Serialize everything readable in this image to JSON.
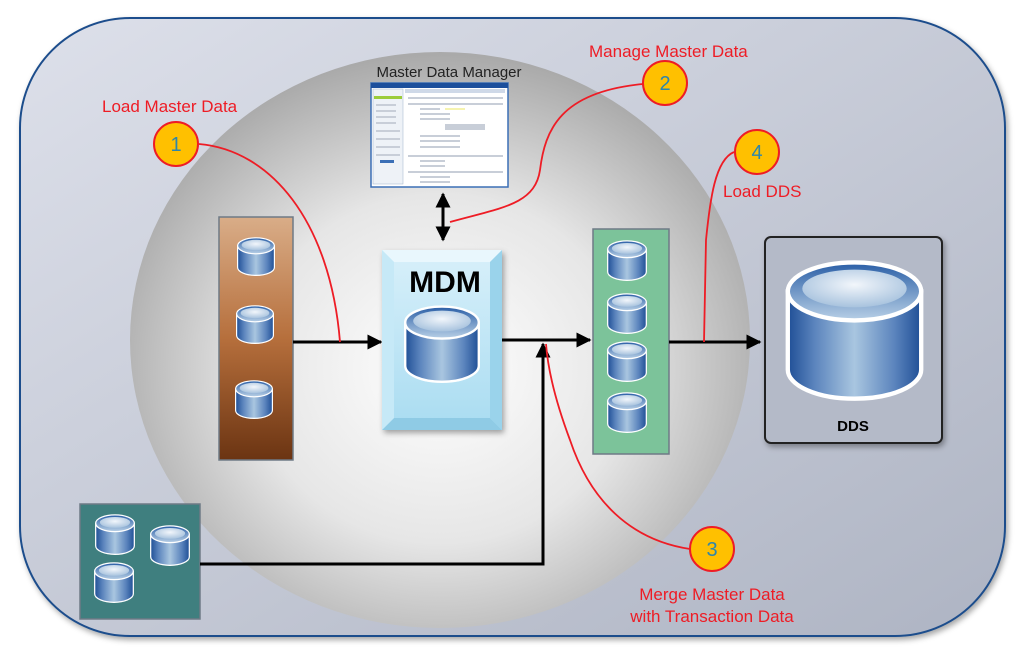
{
  "diagram": {
    "components": {
      "source_systems": {
        "label": "",
        "cylinder_count": 3,
        "color": "#a0522d"
      },
      "mdm": {
        "label": "MDM",
        "color": "#bfe6f5"
      },
      "master_data_manager": {
        "label": "Master Data Manager"
      },
      "staging": {
        "label": "",
        "cylinder_count": 4,
        "color": "#7cc39a"
      },
      "dds": {
        "label": "DDS"
      },
      "transaction_sources": {
        "label": "",
        "cylinder_count": 3,
        "color": "#3f7f7f"
      }
    },
    "steps": [
      {
        "number": "1",
        "label": "Load Master Data"
      },
      {
        "number": "2",
        "label": "Manage Master Data"
      },
      {
        "number": "3",
        "label_line1": "Merge Master Data",
        "label_line2": "with Transaction Data"
      },
      {
        "number": "4",
        "label": "Load DDS"
      }
    ],
    "colors": {
      "annotation": "#ee1c25",
      "step_badge": "#ffc000",
      "frame_border": "#1f4e8c"
    }
  }
}
